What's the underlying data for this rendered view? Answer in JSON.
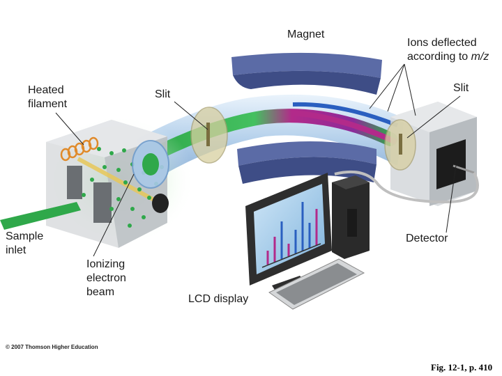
{
  "labels": {
    "magnet": "Magnet",
    "ions_line1": "Ions deflected",
    "ions_line2_prefix": "according to ",
    "ions_line2_mz": "m/z",
    "heated_line1": "Heated",
    "heated_line2": "filament",
    "slit_left": "Slit",
    "slit_right": "Slit",
    "sample_line1": "Sample",
    "sample_line2": "inlet",
    "ionizing_line1": "Ionizing",
    "ionizing_line2": "electron",
    "ionizing_line3": "beam",
    "lcd": "LCD display",
    "detector": "Detector"
  },
  "copyright": "© 2007 Thomson Higher Education",
  "figure_ref": "Fig. 12-1, p. 410",
  "colors": {
    "magnet": "#4a5a94",
    "tube": "#a9c9e8",
    "beam_green": "#2fa84a",
    "beam_magenta": "#b22a8a",
    "beam_blue": "#2a5fc0",
    "slit_disc": "#d8cfa0",
    "filament": "#e08a2a",
    "box": "#cfd3d6"
  }
}
